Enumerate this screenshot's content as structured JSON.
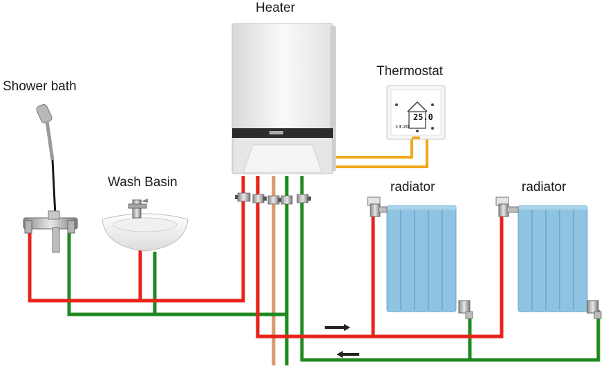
{
  "labels": {
    "heater": "Heater",
    "thermostat": "Thermostat",
    "shower": "Shower bath",
    "basin": "Wash Basin",
    "radiator_1": "radiator",
    "radiator_2": "radiator"
  },
  "thermostat_display": {
    "temperature": "25.0",
    "time": "13:20"
  },
  "colors": {
    "hot_pipe": "#e8231c",
    "cold_pipe": "#1e8a1e",
    "gas_pipe": "#d99a70",
    "control_wire": "#f0a818",
    "radiator": "#8ec3e2",
    "radiator_edge": "#6aa6ca",
    "heater_body": "#f2f2f2"
  }
}
